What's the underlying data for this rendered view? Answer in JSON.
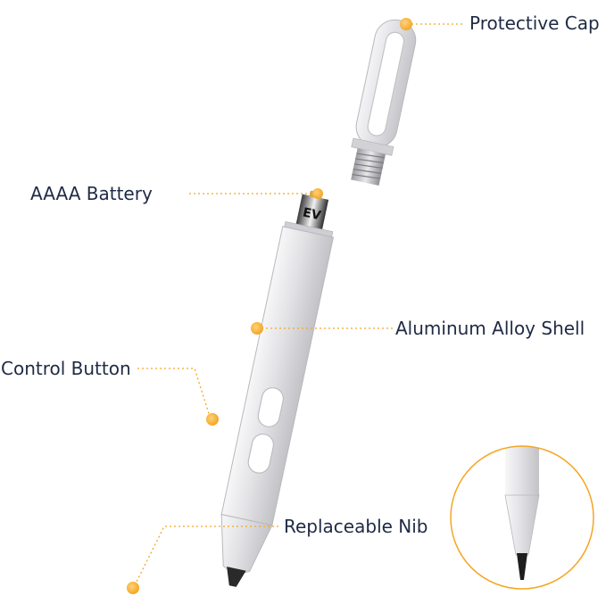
{
  "callouts": {
    "protective_cap": "Protective Cap",
    "battery": "AAAA Battery",
    "shell": "Aluminum Alloy Shell",
    "control_button": "Control Button",
    "nib": "Replaceable Nib"
  },
  "battery_print": "EV",
  "colors": {
    "accent": "#f5a623",
    "label_text": "#1f2a44",
    "pen_body": "#e4e4e6",
    "pen_shadow": "#c4c4c8",
    "nib": "#2a2a2a"
  }
}
